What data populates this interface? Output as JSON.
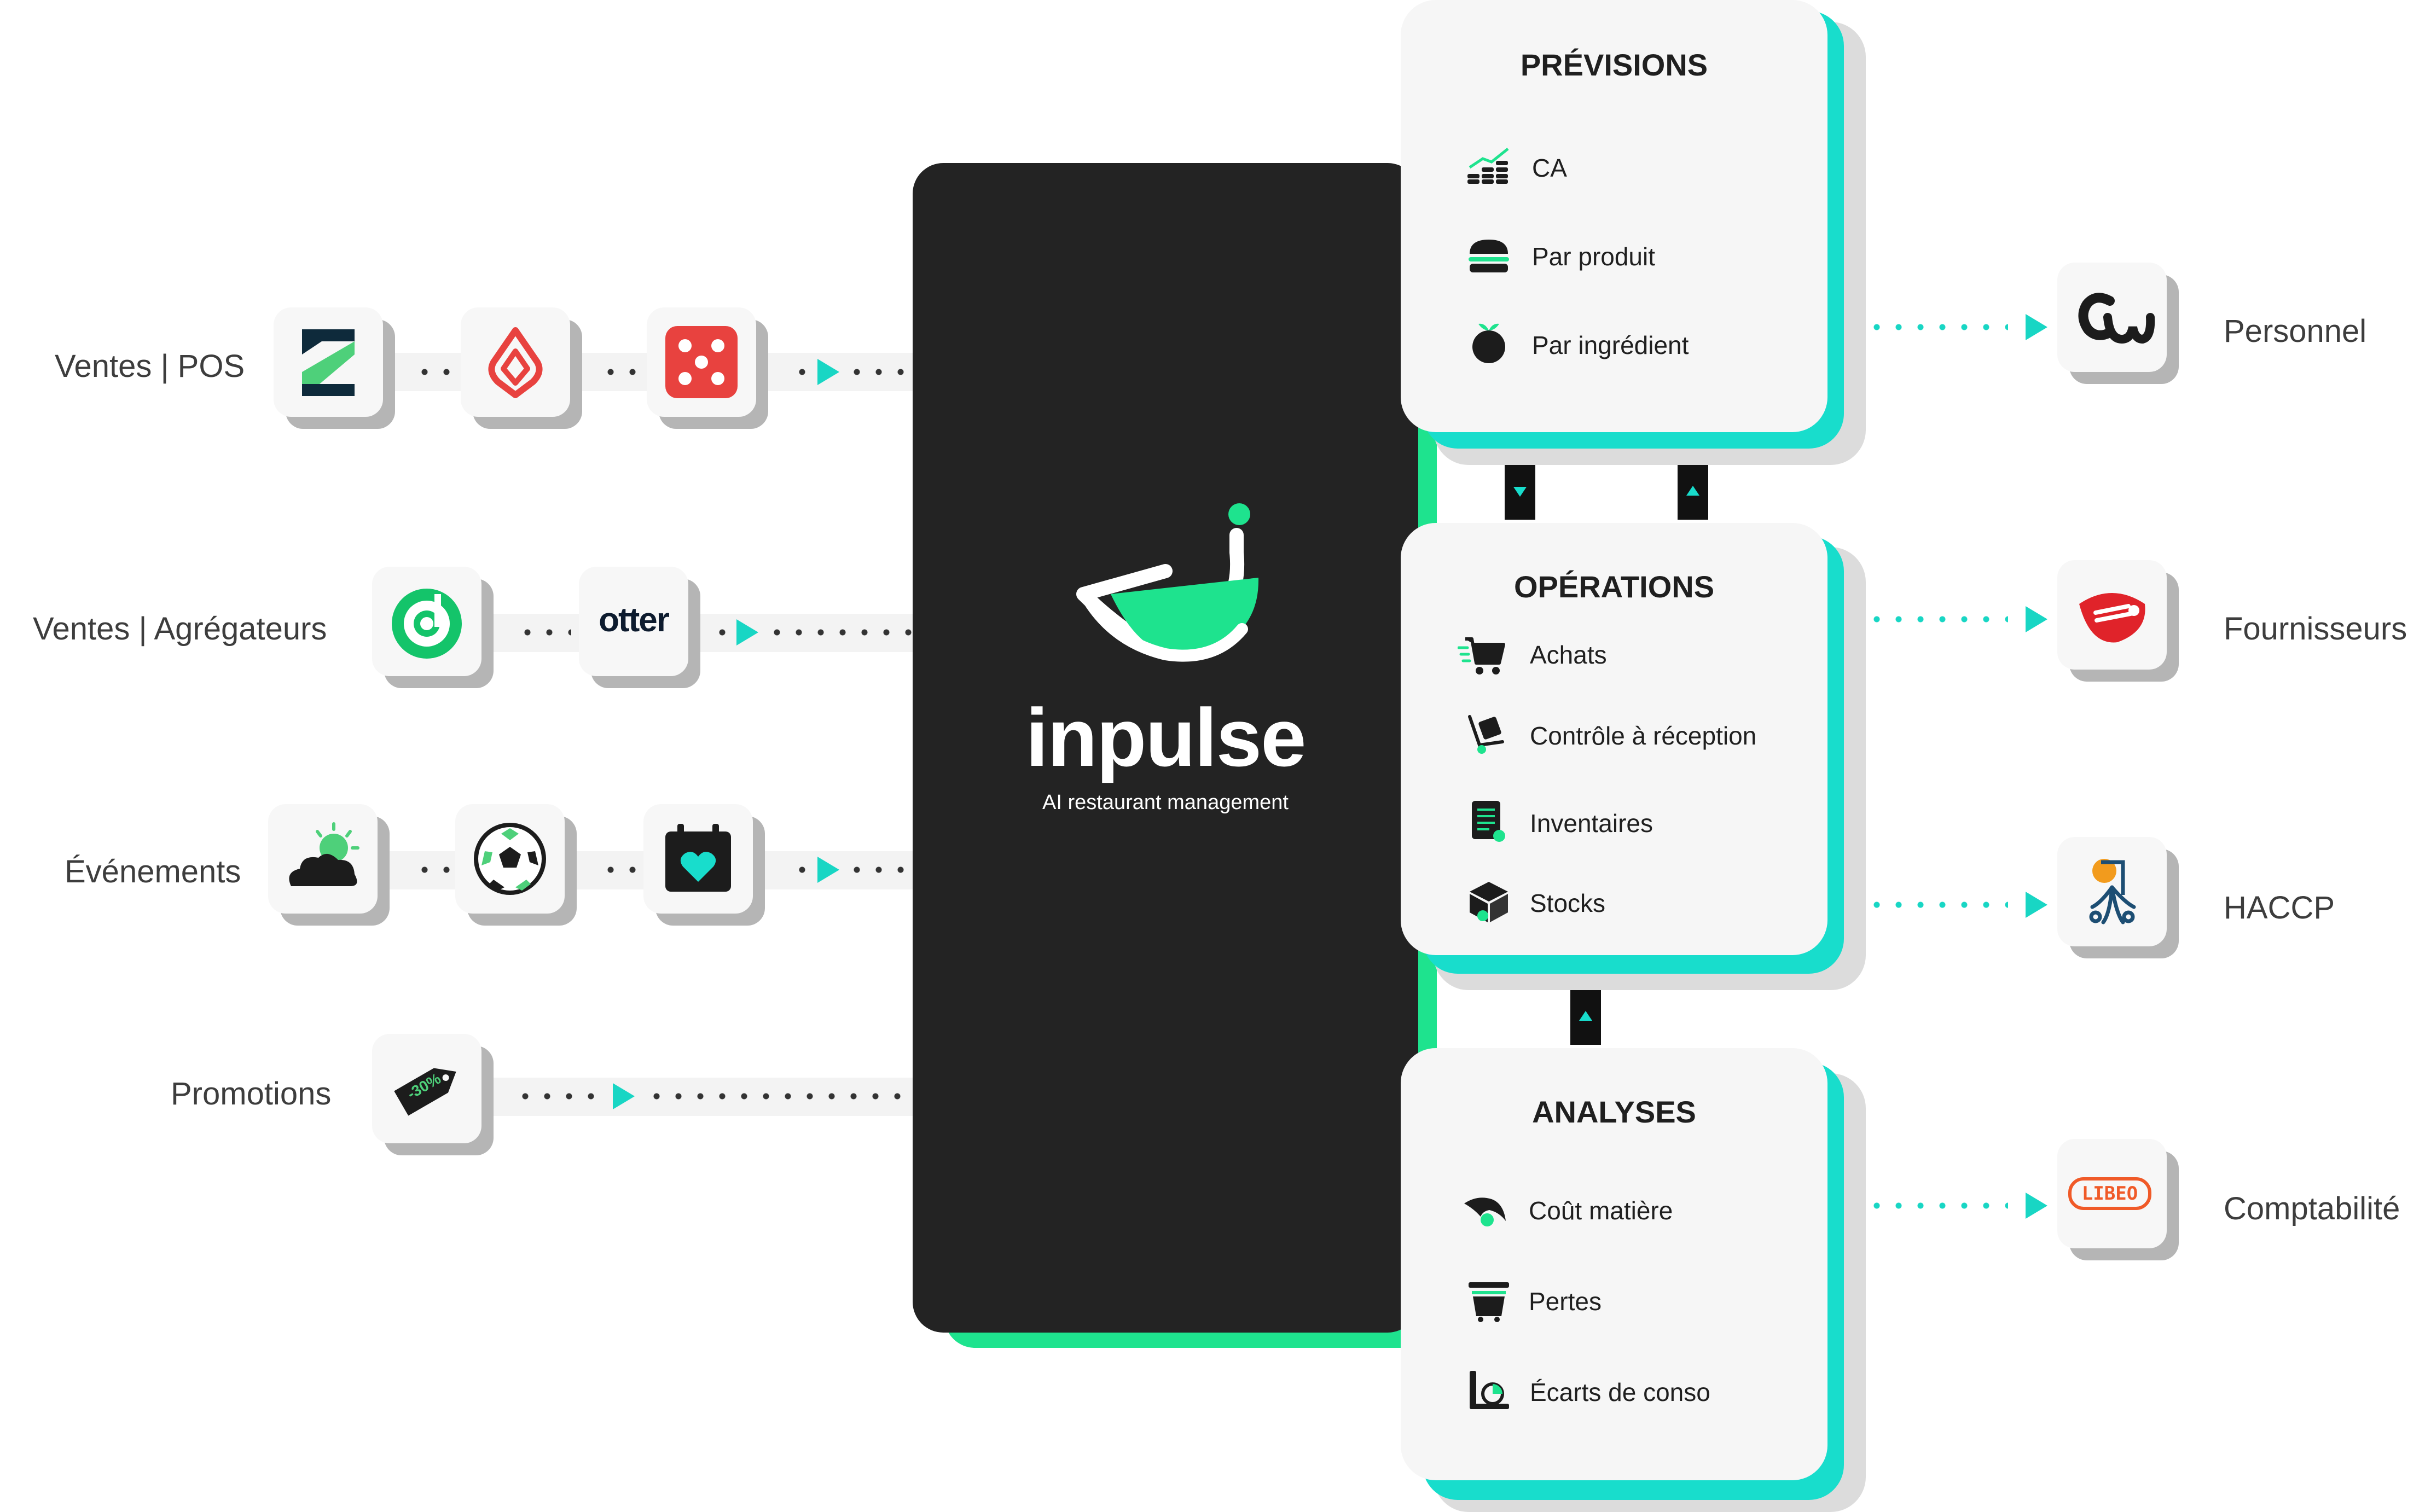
{
  "inputs": {
    "pos": "Ventes | POS",
    "aggregators": "Ventes | Agrégateurs",
    "events": "Événements",
    "promotions": "Promotions"
  },
  "logos": {
    "otter": "otter",
    "promo_badge": "-30%",
    "libeo": "LIBEO"
  },
  "brand": {
    "name": "inpulse",
    "tagline": "AI restaurant management"
  },
  "modules": {
    "previsions": {
      "title": "PRÉVISIONS",
      "items": [
        "CA",
        "Par produit",
        "Par ingrédient"
      ]
    },
    "operations": {
      "title": "OPÉRATIONS",
      "items": [
        "Achats",
        "Contrôle à réception",
        "Inventaires",
        "Stocks"
      ]
    },
    "analyses": {
      "title": "ANALYSES",
      "items": [
        "Coût matière",
        "Pertes",
        "Écarts de conso"
      ]
    }
  },
  "outputs": {
    "personnel": "Personnel",
    "fournisseurs": "Fournisseurs",
    "haccp": "HACCP",
    "comptabilite": "Comptabilité"
  },
  "colors": {
    "core_bg": "#232323",
    "brand_green": "#1ee38e",
    "teal_accent": "#18ddcc",
    "card_bg": "#f6f6f6"
  }
}
